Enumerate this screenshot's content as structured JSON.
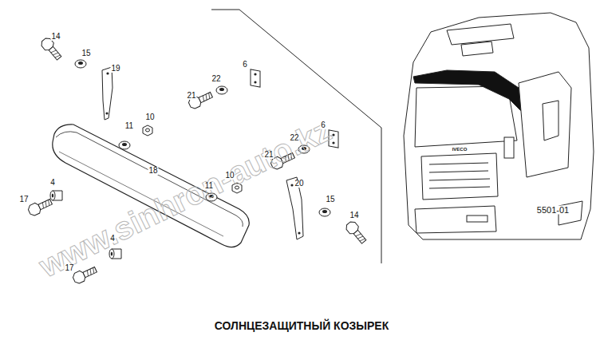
{
  "diagram": {
    "title": "СОЛНЦЕЗАЩИТНЫЙ КОЗЫРЕК",
    "labels": [
      "14",
      "15",
      "19",
      "6",
      "21",
      "22",
      "10",
      "11",
      "18",
      "6",
      "22",
      "21",
      "10",
      "11",
      "20",
      "15",
      "14",
      "4",
      "17",
      "4",
      "17",
      "5501-01",
      "IVECO",
      "www.sinhron-auto.kz"
    ]
  }
}
